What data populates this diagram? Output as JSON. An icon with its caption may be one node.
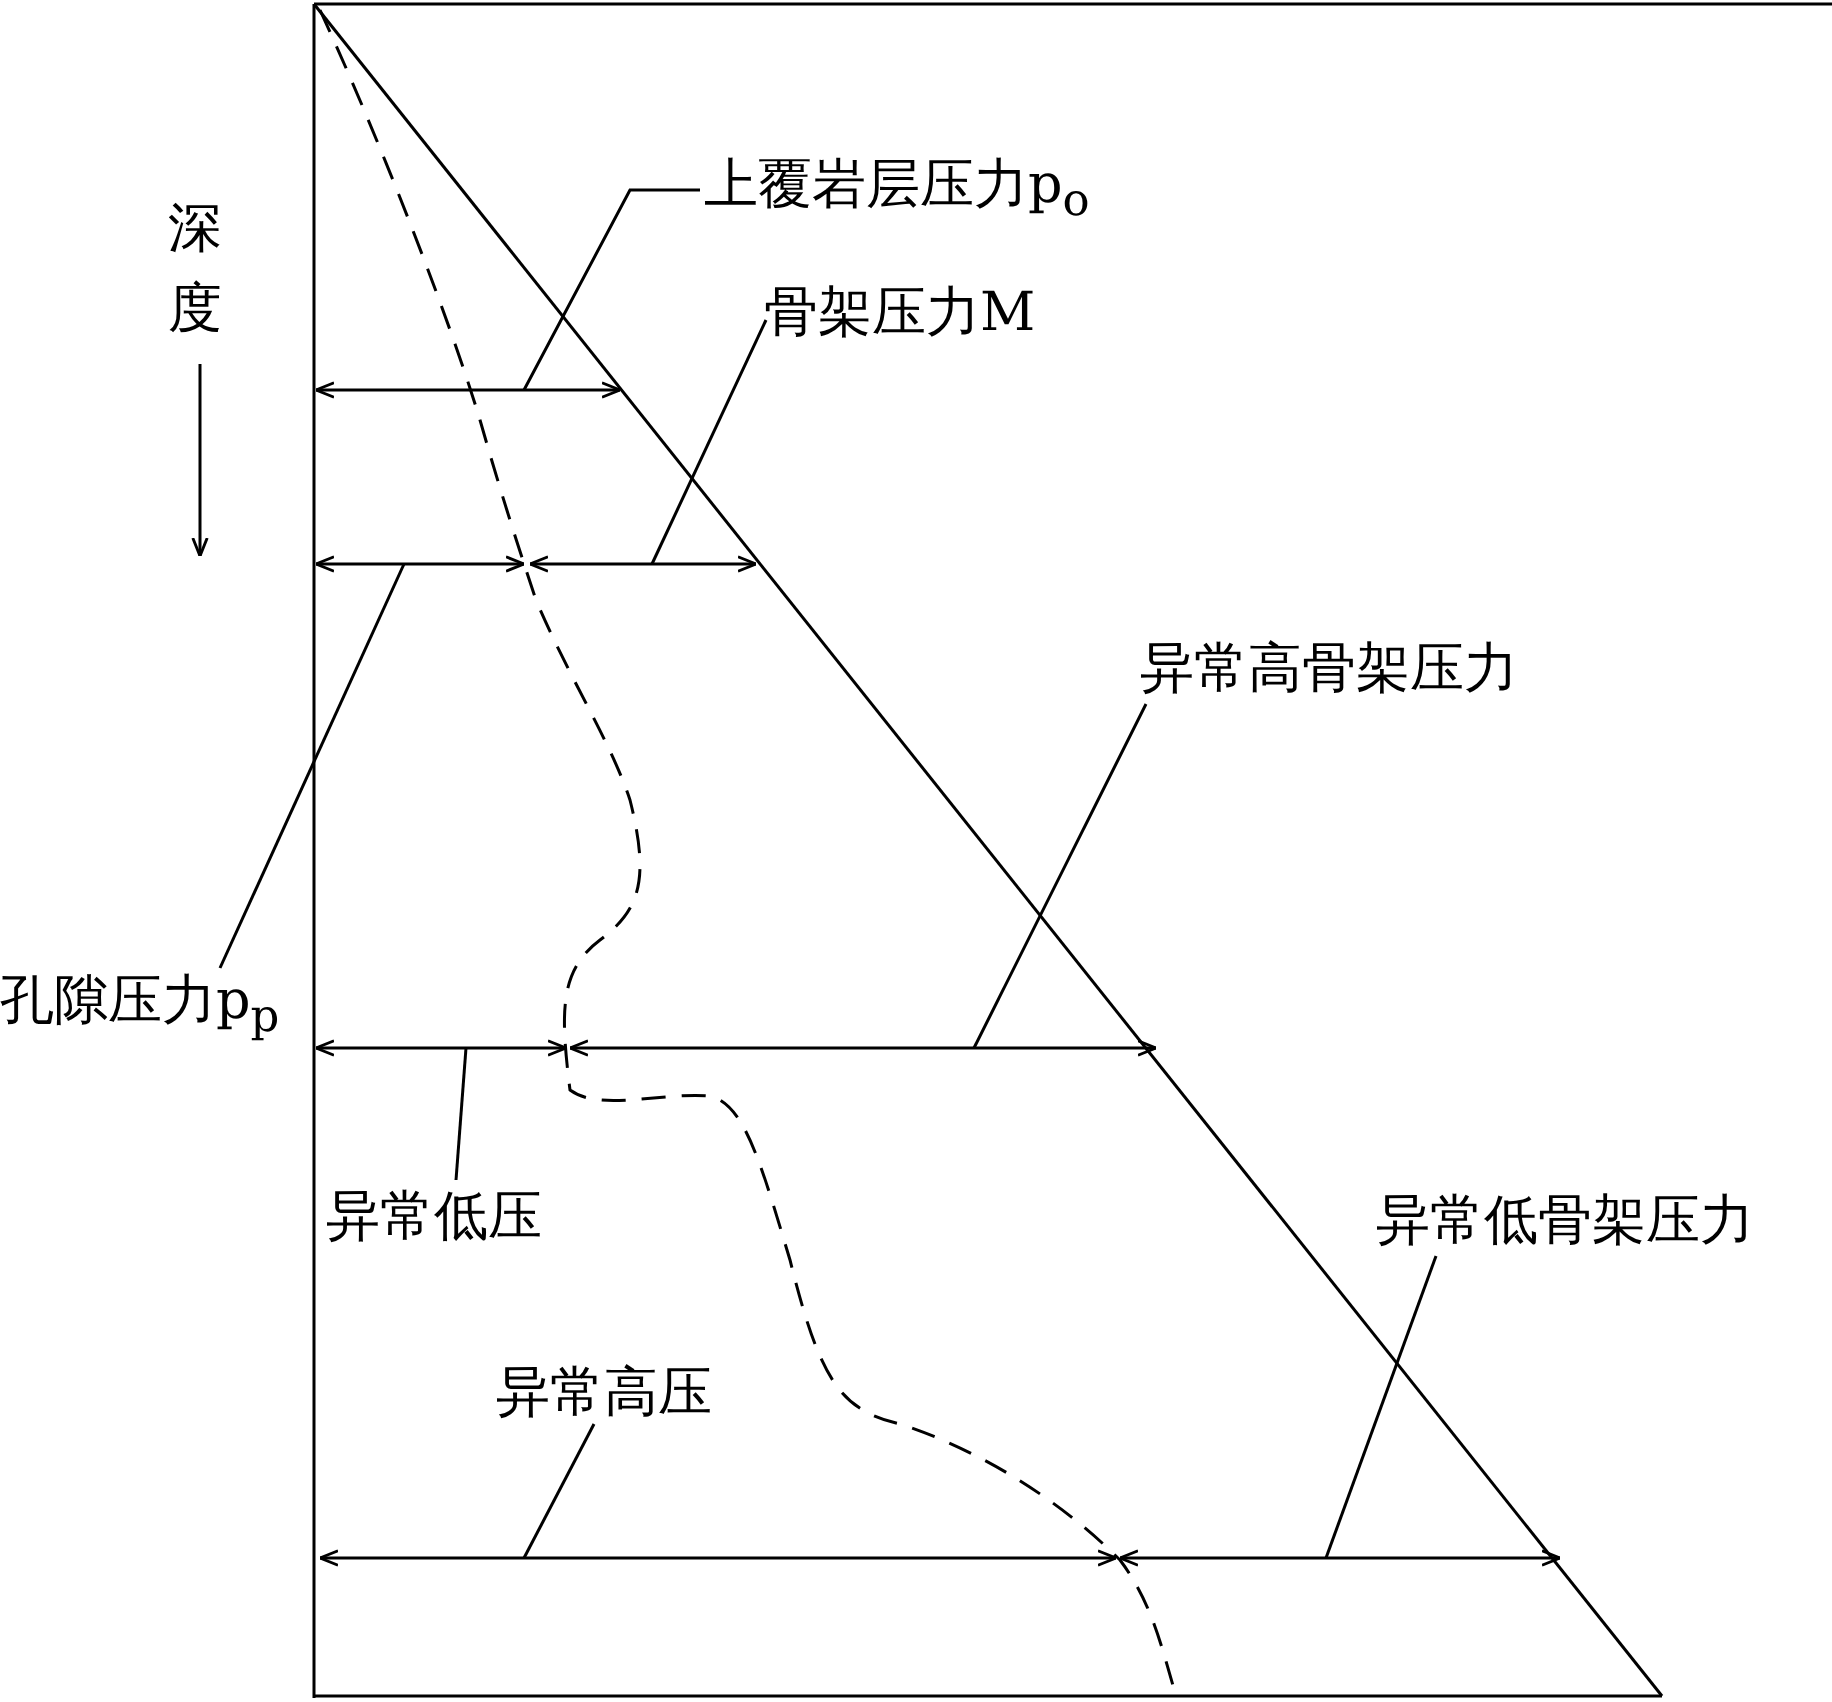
{
  "diagram": {
    "nodes": [
      {
        "text": [
          "上覆岩层压力p$_{o}$"
        ]
      },
      {
        "text": [
          "骨架压力M"
        ]
      },
      {
        "text": [
          "异常高骨架压力"
        ]
      },
      {
        "text": [
          "孔隙压力p$_{p}$"
        ]
      },
      {
        "text": [
          "异常低压"
        ]
      },
      {
        "text": [
          "异常低骨架压力"
        ]
      },
      {
        "text": [
          "异常高压"
        ]
      },
      {
        "text": [],
        "shape": "arrow"
      },
      {
        "text": [],
        "shape": "arrow"
      },
      {
        "text": [],
        "shape": "arrow"
      },
      {
        "text": [],
        "shape": "arrow"
      },
      {
        "text": [],
        "shape": "arrow"
      },
      {
        "text": [],
        "shape": "arrow"
      },
      {
        "text": [],
        "shape": "arrow"
      }
    ],
    "edges": [
      {
        "from": 0,
        "to": 7,
        "arrow": "none"
      },
      {
        "from": 1,
        "to": 9,
        "arrow": "none"
      },
      {
        "from": 2,
        "to": 11,
        "arrow": "none"
      },
      {
        "from": 3,
        "to": 8,
        "arrow": "none"
      },
      {
        "from": 4,
        "to": 10,
        "arrow": "none"
      },
      {
        "from": 5,
        "to": 13,
        "arrow": "none"
      },
      {
        "from": 6,
        "to": 12,
        "arrow": "none"
      }
    ],
    "labels": [
      "深度"
    ]
  }
}
